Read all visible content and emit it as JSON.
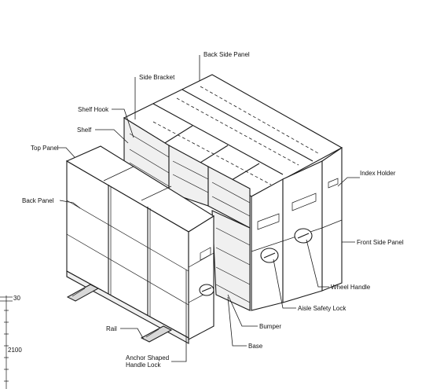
{
  "labels": {
    "back_side_panel": "Back Side Panel",
    "side_bracket": "Side Bracket",
    "shelf_hook": "Shelf Hook",
    "shelf": "Shelf",
    "top_panel": "Top Panel",
    "back_panel": "Back Panel",
    "index_holder": "Index Holder",
    "front_side_panel": "Front Side Panel",
    "wheel_handle": "Wheel Handle",
    "aisle_safety_lock": "Aisle Safety Lock",
    "bumper": "Bumper",
    "base": "Base",
    "rail": "Rail",
    "anchor_line1": "Anchor Shaped",
    "anchor_line2": "Handle Lock"
  },
  "dimensions": {
    "top": "30",
    "height": "2100"
  }
}
